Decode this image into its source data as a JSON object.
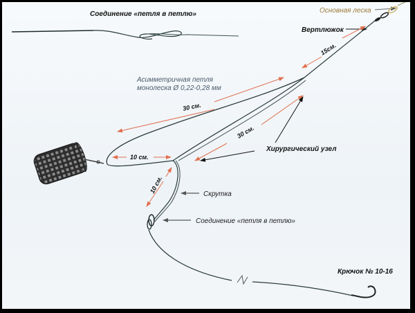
{
  "diagram": {
    "labels": {
      "loop_to_loop_top": "Соединение «петля в петлю»",
      "main_line": "Основная леска",
      "swivel": "Вертлюжок",
      "asym_loop_line1": "Асимметричная петля",
      "asym_loop_line2": "монолеска Ø 0,22-0,28 мм",
      "surgeon_knot": "Хирургический узел",
      "twist": "Скрутка",
      "loop_to_loop_bottom": "Соединение «петля в петлю»",
      "hook": "Крючок № 10-16"
    },
    "dimensions": {
      "top_section": "15см.",
      "long_loop_arm": "30 см.",
      "short_loop_arm": "30 см.",
      "feeder_loop": "10 см.",
      "leader_upper": "10 см."
    },
    "colors": {
      "line": "#2a3a3a",
      "dimension_arrow": "#e07050",
      "pointer_arrow": "#111111",
      "main_line_label": "#9a7a3a",
      "feeder": "#3a3a3a"
    }
  }
}
